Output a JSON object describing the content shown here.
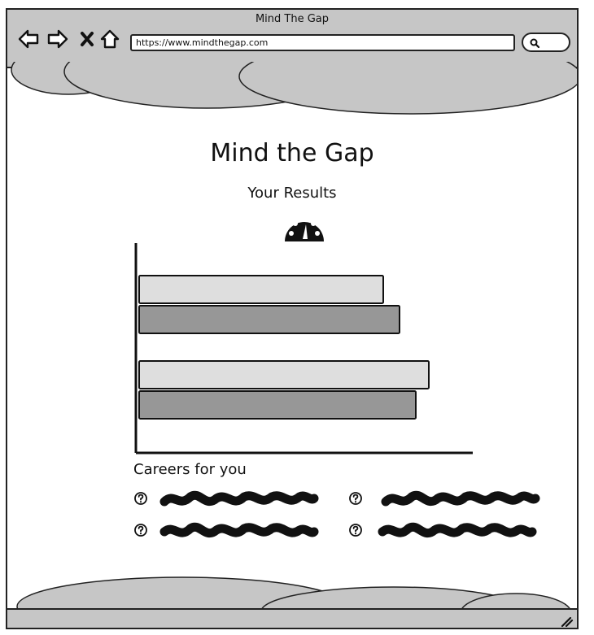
{
  "window": {
    "title": "Mind The Gap"
  },
  "address_bar": {
    "url": "https://www.mindthegap.com"
  },
  "page": {
    "title": "Mind the Gap",
    "subtitle": "Your Results"
  },
  "chart_data": {
    "type": "bar",
    "orientation": "horizontal",
    "title": "",
    "xlabel": "",
    "ylabel": "",
    "categories": [
      "",
      ""
    ],
    "series": [
      {
        "values": [
          75,
          89
        ],
        "color": "#dedede"
      },
      {
        "values": [
          80,
          85
        ],
        "color": "#979797"
      }
    ],
    "xlim": [
      0,
      100
    ],
    "grid": false
  },
  "careers": {
    "heading": "Careers for you",
    "item_count_note": "",
    "items": [
      {
        "icon": "help-circle-icon"
      },
      {
        "icon": "help-circle-icon"
      },
      {
        "icon": "help-circle-icon"
      },
      {
        "icon": "help-circle-icon"
      }
    ]
  },
  "colors": {
    "chrome": "#c6c6c6",
    "bar_light": "#dedede",
    "bar_dark": "#979797",
    "ink": "#111111"
  }
}
